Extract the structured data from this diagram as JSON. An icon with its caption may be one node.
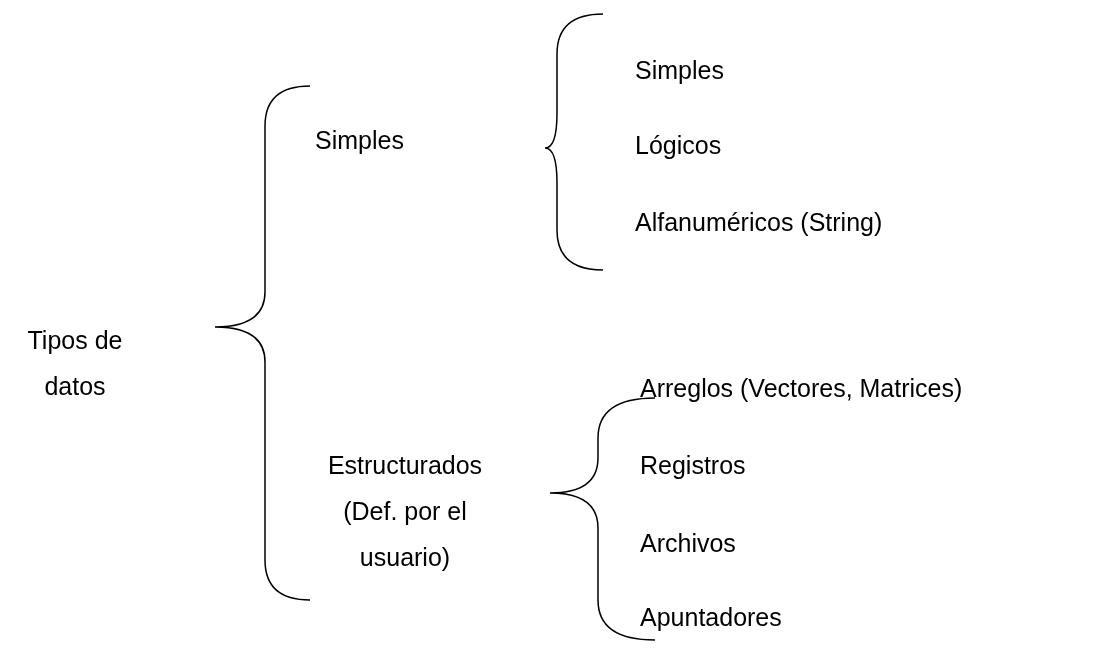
{
  "diagram": {
    "labels": [
      "Simples",
      "Lógicos",
      "Alfanuméricos (String)",
      "Simples",
      "Tipos de datos",
      "Arreglos (Vectores, Matrices)",
      "Registros",
      "Estructurados (Def. por el usuario)",
      "Archivos",
      "Apuntadores"
    ]
  }
}
